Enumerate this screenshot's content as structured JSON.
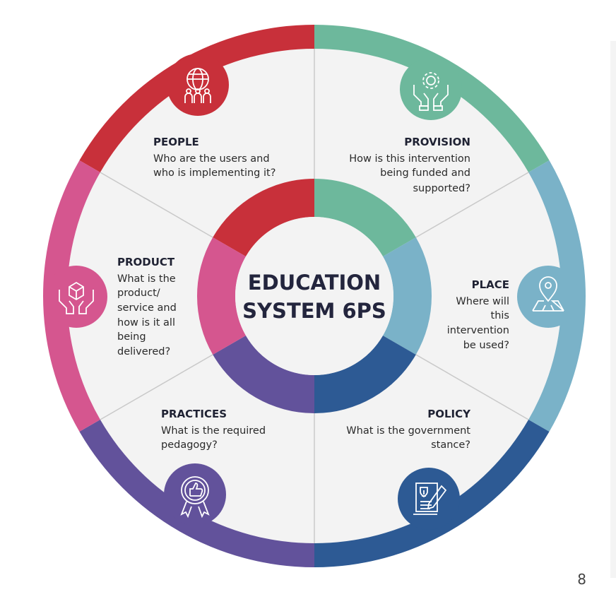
{
  "center": {
    "line1": "EDUCATION",
    "line2": "SYSTEM 6PS"
  },
  "segments": [
    {
      "key": "people",
      "title": "PEOPLE",
      "lines": [
        "Who are the users and",
        "who is implementing it?"
      ],
      "color": "#c8303a",
      "icon": "globe-people-icon"
    },
    {
      "key": "provision",
      "title": "PROVISION",
      "lines": [
        "How is this intervention",
        "being funded and",
        "supported?"
      ],
      "color": "#6db89c",
      "icon": "hands-gear-icon"
    },
    {
      "key": "place",
      "title": "PLACE",
      "lines": [
        "Where will",
        "this",
        "intervention",
        "be used?"
      ],
      "color": "#7ab2c8",
      "icon": "map-pin-icon"
    },
    {
      "key": "policy",
      "title": "POLICY",
      "lines": [
        "What is the government",
        "stance?"
      ],
      "color": "#2d5a94",
      "icon": "document-pen-icon"
    },
    {
      "key": "practices",
      "title": "PRACTICES",
      "lines": [
        "What is the required",
        "pedagogy?"
      ],
      "color": "#62529b",
      "icon": "thumbs-up-badge-icon"
    },
    {
      "key": "product",
      "title": "PRODUCT",
      "lines": [
        "What is the",
        "product/",
        "service and",
        "how is it all",
        "being",
        "delivered?"
      ],
      "color": "#d5568f",
      "icon": "hands-box-icon"
    }
  ],
  "page_number": "8"
}
